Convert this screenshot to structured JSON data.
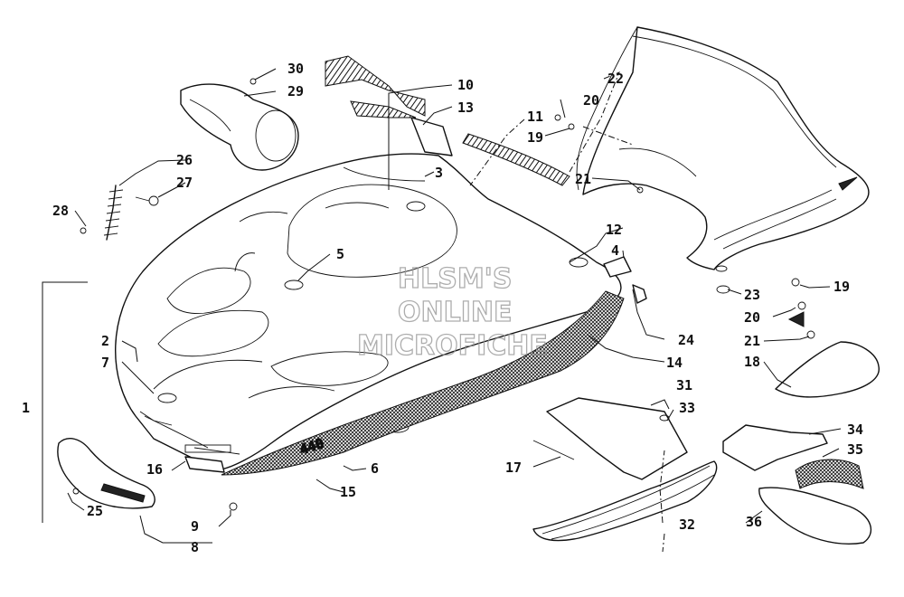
{
  "watermark": {
    "line1": "HLSM'S",
    "line2": "ONLINE",
    "line3": "MICROFICHE"
  },
  "colors": {
    "ink": "#111111",
    "watermark": "#999999",
    "background": "#ffffff"
  },
  "callouts": [
    {
      "id": "1",
      "text": "1"
    },
    {
      "id": "2",
      "text": "2"
    },
    {
      "id": "3",
      "text": "3"
    },
    {
      "id": "4",
      "text": "4"
    },
    {
      "id": "5",
      "text": "5"
    },
    {
      "id": "6",
      "text": "6"
    },
    {
      "id": "7",
      "text": "7"
    },
    {
      "id": "8",
      "text": "8"
    },
    {
      "id": "9",
      "text": "9"
    },
    {
      "id": "10",
      "text": "10"
    },
    {
      "id": "11",
      "text": "11"
    },
    {
      "id": "12",
      "text": "12"
    },
    {
      "id": "13",
      "text": "13"
    },
    {
      "id": "14",
      "text": "14"
    },
    {
      "id": "15",
      "text": "15"
    },
    {
      "id": "16",
      "text": "16"
    },
    {
      "id": "17",
      "text": "17"
    },
    {
      "id": "18",
      "text": "18"
    },
    {
      "id": "19a",
      "text": "19"
    },
    {
      "id": "19b",
      "text": "19"
    },
    {
      "id": "20a",
      "text": "20"
    },
    {
      "id": "20b",
      "text": "20"
    },
    {
      "id": "21a",
      "text": "21"
    },
    {
      "id": "21b",
      "text": "21"
    },
    {
      "id": "22",
      "text": "22"
    },
    {
      "id": "23",
      "text": "23"
    },
    {
      "id": "24",
      "text": "24"
    },
    {
      "id": "25",
      "text": "25"
    },
    {
      "id": "26",
      "text": "26"
    },
    {
      "id": "27",
      "text": "27"
    },
    {
      "id": "28",
      "text": "28"
    },
    {
      "id": "29",
      "text": "29"
    },
    {
      "id": "30",
      "text": "30"
    },
    {
      "id": "31",
      "text": "31"
    },
    {
      "id": "32",
      "text": "32"
    },
    {
      "id": "33",
      "text": "33"
    },
    {
      "id": "34",
      "text": "34"
    },
    {
      "id": "35",
      "text": "35"
    },
    {
      "id": "36",
      "text": "36"
    }
  ],
  "decal_text": "440"
}
